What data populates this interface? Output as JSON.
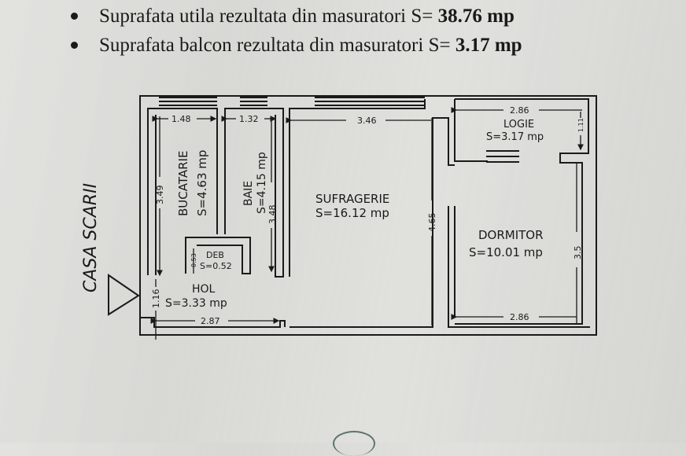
{
  "summary": {
    "items": [
      {
        "prefix": "Suprafata utila rezultata din masuratori S= ",
        "value": "38.76 mp"
      },
      {
        "prefix": "Suprafata balcon rezultata din masuratori S= ",
        "value": "3.17 mp"
      }
    ]
  },
  "plan": {
    "staircase_label": "CASA SCARII",
    "rooms": {
      "bucatarie": {
        "name": "BUCATARIE",
        "area": "S=4.63 mp",
        "width": "1.48",
        "length": "3.49"
      },
      "baie": {
        "name": "BAIE",
        "area": "S=4.15 mp",
        "width": "1.32",
        "length": "3.48"
      },
      "deb": {
        "name": "DEB",
        "area": "S=0.52",
        "dim": "0.53"
      },
      "hol": {
        "name": "HOL",
        "area": "S=3.33 mp",
        "width": "2.87",
        "length": "1.16"
      },
      "sufragerie": {
        "name": "SUFRAGERIE",
        "area": "S=16.12 mp",
        "width": "3.46",
        "length": "4.65"
      },
      "logie": {
        "name": "LOGIE",
        "area": "S=3.17 mp",
        "width": "2.86",
        "length": "1.11"
      },
      "dormitor": {
        "name": "DORMITOR",
        "area": "S=10.01 mp",
        "width": "2.86",
        "length": "3.5"
      }
    }
  },
  "colors": {
    "paper": "#dcdcd8",
    "ink": "#1a1a1a",
    "stamp": "#3d5a52"
  }
}
